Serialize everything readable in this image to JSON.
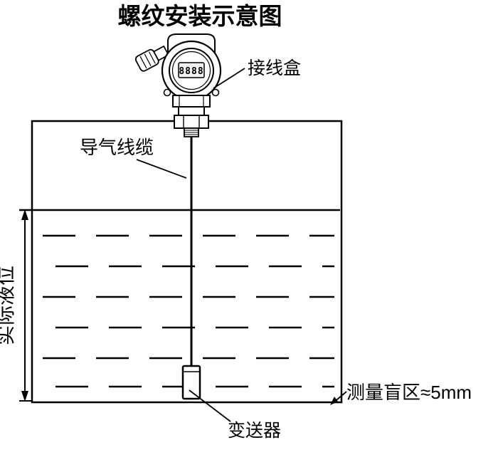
{
  "title": "螺纹安装示意图",
  "labels": {
    "junction_box": "接线盒",
    "air_cable": "导气线缆",
    "actual_level": "实际液位",
    "probe": "变送器",
    "blind_zone": "测量盲区≈5mm"
  },
  "device": {
    "display_value": "8888"
  },
  "colors": {
    "line": "#000000",
    "background": "#ffffff"
  }
}
